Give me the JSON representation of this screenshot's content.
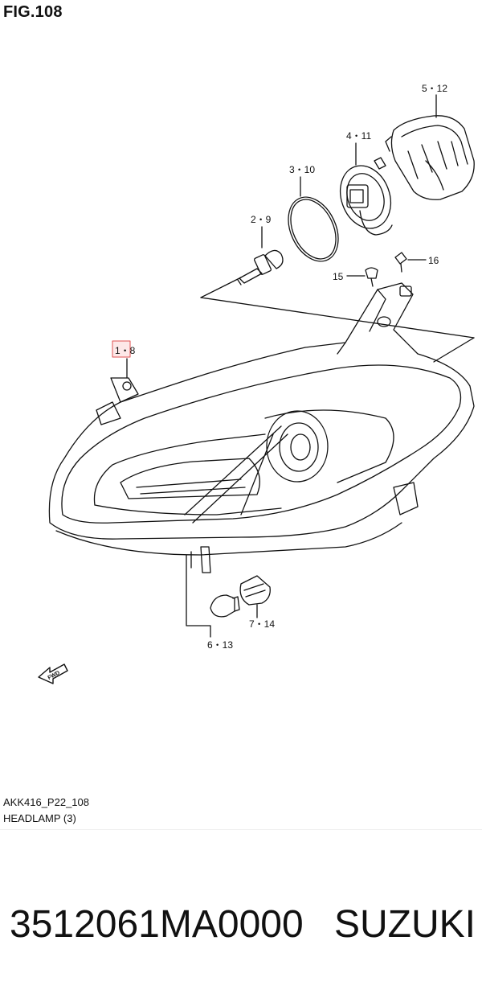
{
  "figure": {
    "title": "FIG.108"
  },
  "callouts": [
    {
      "id": "c1",
      "text": "5・12"
    },
    {
      "id": "c2",
      "text": "4・11"
    },
    {
      "id": "c3",
      "text": "3・10"
    },
    {
      "id": "c4",
      "text": "2・9"
    },
    {
      "id": "c5",
      "text": "16"
    },
    {
      "id": "c6",
      "text": "15"
    },
    {
      "id": "c7",
      "text": "1・8"
    },
    {
      "id": "c8",
      "text": "7・14"
    },
    {
      "id": "c9",
      "text": "6・13"
    }
  ],
  "direction_marker": "FWD",
  "caption": {
    "ref_code": "AKK416_P22_108",
    "section": "HEADLAMP (3)"
  },
  "footer": {
    "part_number": "3512061MA0000",
    "brand": "SUZUKI"
  },
  "colors": {
    "line": "#111111",
    "highlight_box": "#e05050",
    "highlight_fill": "#fde8e8"
  }
}
